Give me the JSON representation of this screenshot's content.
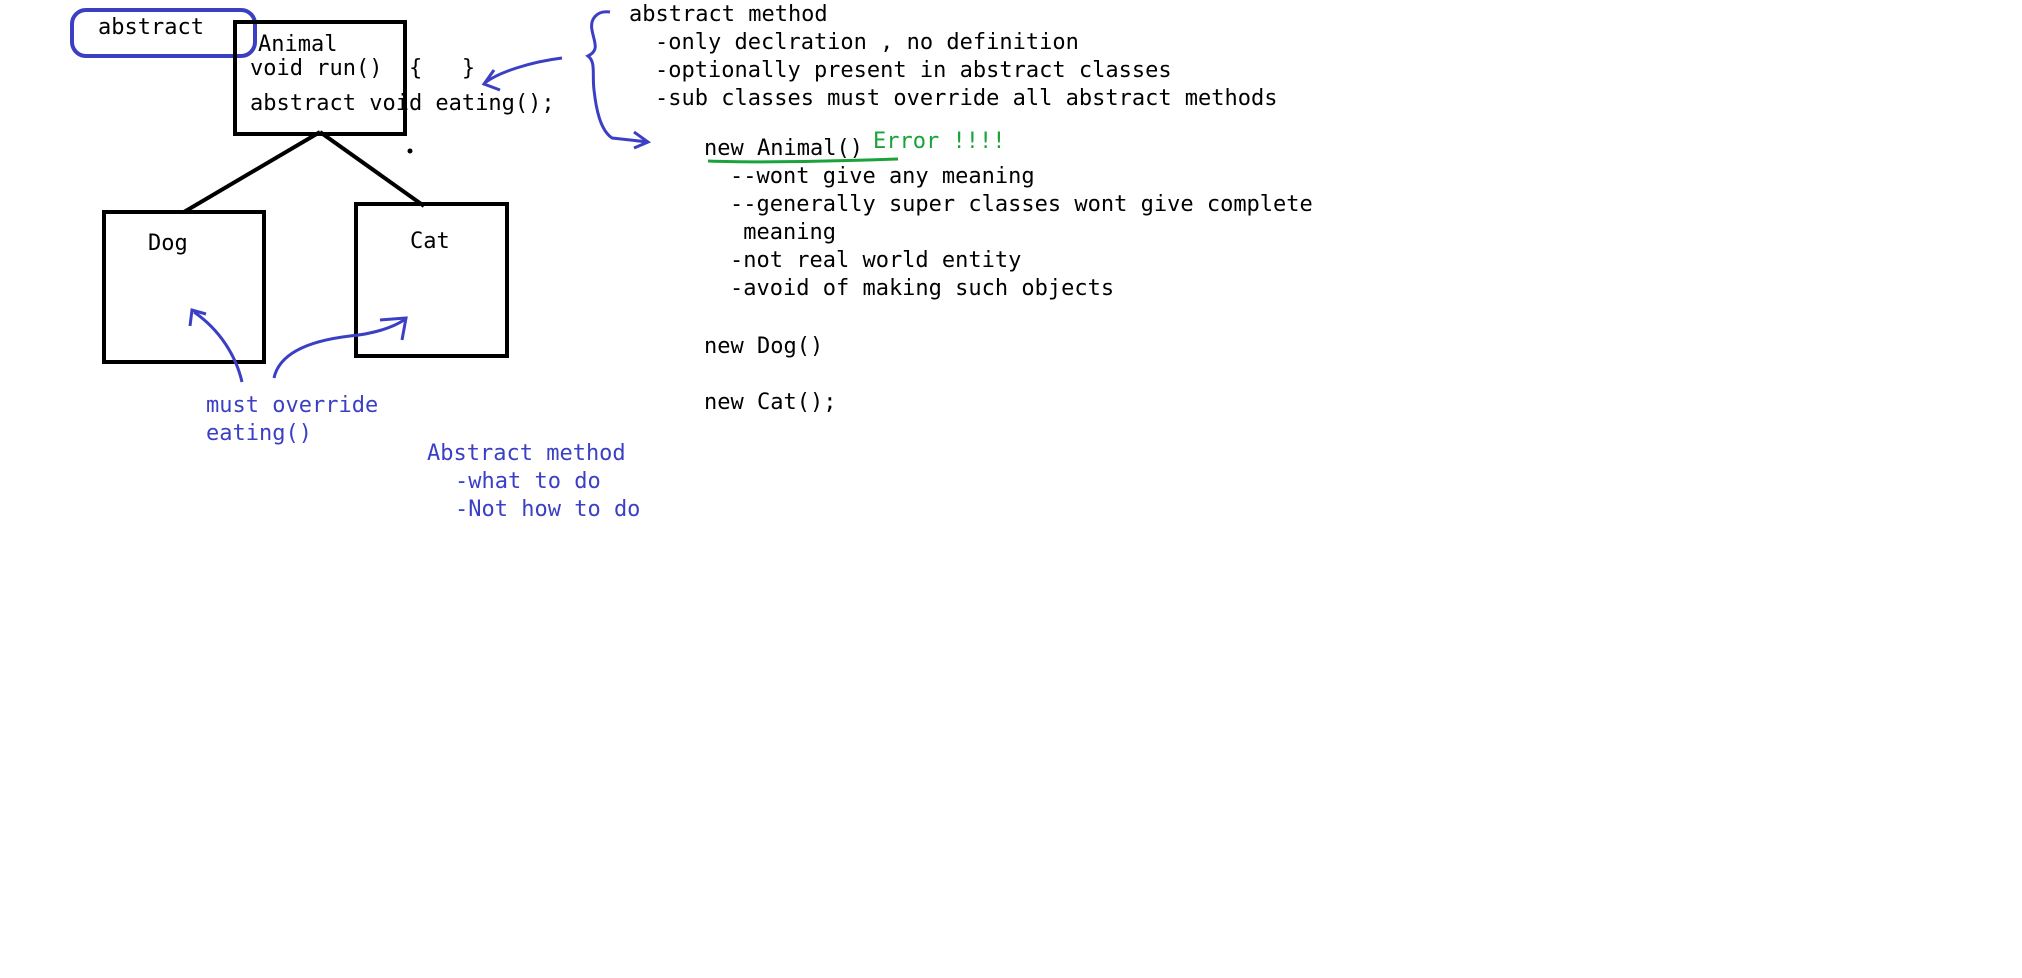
{
  "colors": {
    "ink": "#000000",
    "annotation_blue": "#3b3fc4",
    "annotation_green": "#1aa33a",
    "background": "#ffffff"
  },
  "diagram": {
    "abstract_tag": "abstract",
    "animal_box": {
      "title": "Animal",
      "method_run": "void run()  {   }",
      "method_eating": "abstract void eating();"
    },
    "dog_box": {
      "label": "Dog"
    },
    "cat_box": {
      "label": "Cat"
    },
    "override_note": {
      "line1": "must override",
      "line2": "eating()"
    },
    "abstract_method_note": {
      "title": "Abstract method",
      "line1": "-what to do",
      "line2": "-Not how to do"
    }
  },
  "notes": {
    "abstract_method_header": "abstract method",
    "abstract_method_points": [
      "-only declration , no definition",
      "-optionally present in abstract classes",
      "-sub classes must override all abstract methods"
    ],
    "new_animal": "new Animal()",
    "error_label": "Error !!!!",
    "new_animal_points": [
      "--wont give any meaning",
      "--generally super classes wont give complete",
      " meaning",
      "-not real world entity",
      "-avoid of making such objects"
    ],
    "new_dog": "new Dog()",
    "new_cat": "new Cat();"
  }
}
